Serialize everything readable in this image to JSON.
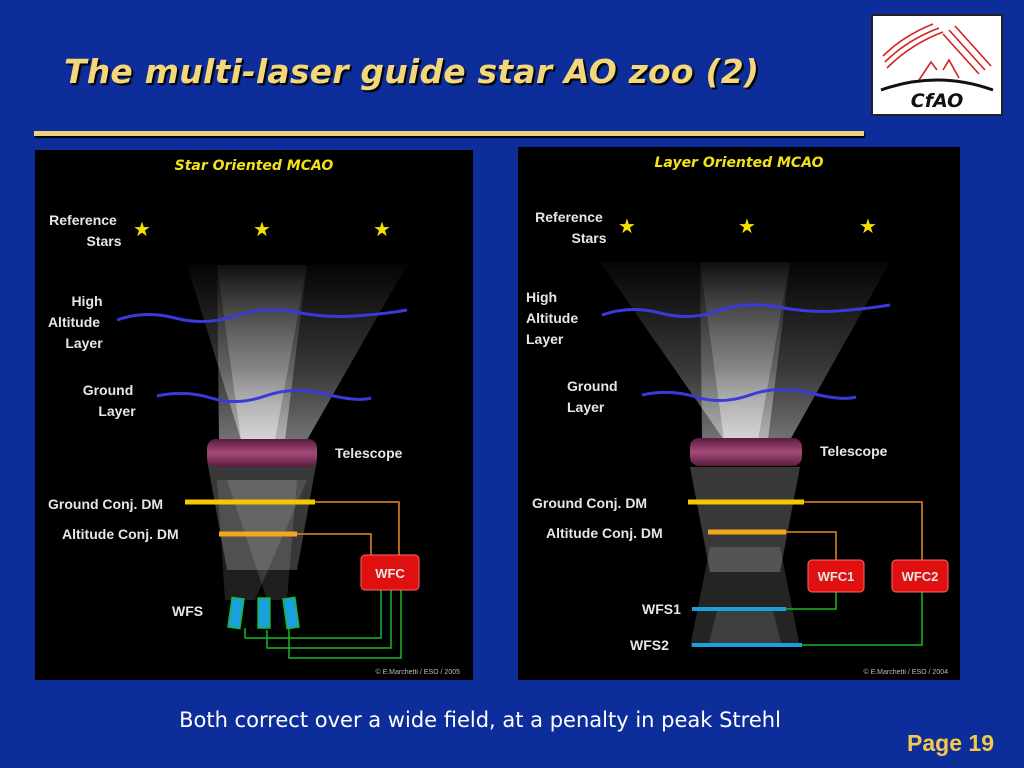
{
  "slide": {
    "title": "The multi-laser guide star AO zoo (2)",
    "caption": "Both correct over a wide field, at a penalty in peak Strehl",
    "page": "Page 19"
  },
  "logo": {
    "text": "CfAO"
  },
  "left_panel": {
    "title": "Star Oriented MCAO",
    "ref_stars": "Reference",
    "ref_stars_2": "Stars",
    "high_1": "High",
    "high_2": "Altitude",
    "high_3": "Layer",
    "ground_1": "Ground",
    "ground_2": "Layer",
    "telescope": "Telescope",
    "ground_dm": "Ground Conj. DM",
    "alt_dm": "Altitude Conj. DM",
    "wfc": "WFC",
    "wfs": "WFS",
    "credit": "© E.Marchetti / ESO / 2005"
  },
  "right_panel": {
    "title": "Layer Oriented MCAO",
    "ref_stars": "Reference",
    "ref_stars_2": "Stars",
    "high_1": "High",
    "high_2": "Altitude",
    "high_3": "Layer",
    "ground_1": "Ground",
    "ground_2": "Layer",
    "telescope": "Telescope",
    "ground_dm": "Ground Conj. DM",
    "alt_dm": "Altitude Conj. DM",
    "wfc1": "WFC1",
    "wfc2": "WFC2",
    "wfs1": "WFS1",
    "wfs2": "WFS2",
    "credit": "© E.Marchetti / ESO / 2004"
  },
  "colors": {
    "background": "#0d2e9a",
    "title": "#f4d77a",
    "page": "#f4c94d",
    "panel_title": "#f2e21a",
    "turbulence": "#3a3adc",
    "telescope": "#7a2a55",
    "dm_ground": "#f5c800",
    "dm_alt": "#f2a81a",
    "wfc_box": "#e01010",
    "wiring_green": "#18b828",
    "wiring_orange": "#e58a1c",
    "wfs": "#1aa0e0"
  }
}
